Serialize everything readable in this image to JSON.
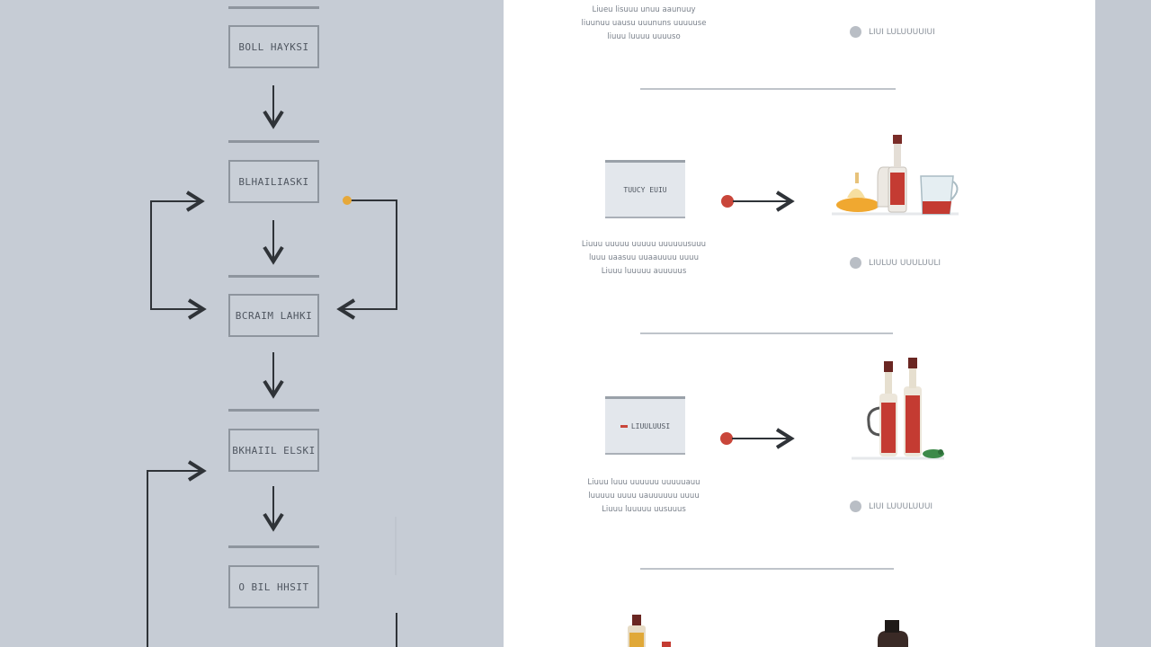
{
  "flowchart": {
    "boxes": [
      {
        "label": "BOLL HAYKSI"
      },
      {
        "label": "BLHAILIASKI"
      },
      {
        "label": "BCRAIM LAHKI"
      },
      {
        "label": "BKHAIIL ELSKI"
      },
      {
        "label": "O BIL HHSIT"
      }
    ]
  },
  "sections": [
    {
      "caption": [
        "Liueu lisuuu unuu aaunuuy",
        "liuunuu uausu uuununs uuuuuse",
        "liuuu luuuu uuuuso"
      ],
      "legend": "LIUI LULUUUUIUI"
    },
    {
      "box_label": "TUUCY EUIU",
      "caption": [
        "Liuuu uuuuu uuuuu uuuuuusuuu",
        "luuu uaasuu uuaauuuu uuuu",
        "Liuuu luuuuu auuuuus"
      ],
      "legend": "LIULUU UUULUULI"
    },
    {
      "box_label": "LIUULUUSI",
      "caption": [
        "Liuuu luuu uuuuuu uuuuuauu",
        "luuuuu uuuu uauuuuuu uuuu",
        "Liuuu luuuuu uusuuus"
      ],
      "legend": "LIUI LUUULUUUI"
    }
  ],
  "colors": {
    "left_bg": "#c6ccd5",
    "right_bg": "#ffffff",
    "arrow": "#2f3338",
    "accent_red": "#c9463a",
    "accent_orange": "#e6a83a",
    "bottle_red": "#c43b32"
  },
  "icons": {
    "section_1_illustration": "bottles-and-food-icon",
    "section_2_illustration": "wine-bottles-icon",
    "section_3_illustration": "bottles-partial-icon"
  }
}
